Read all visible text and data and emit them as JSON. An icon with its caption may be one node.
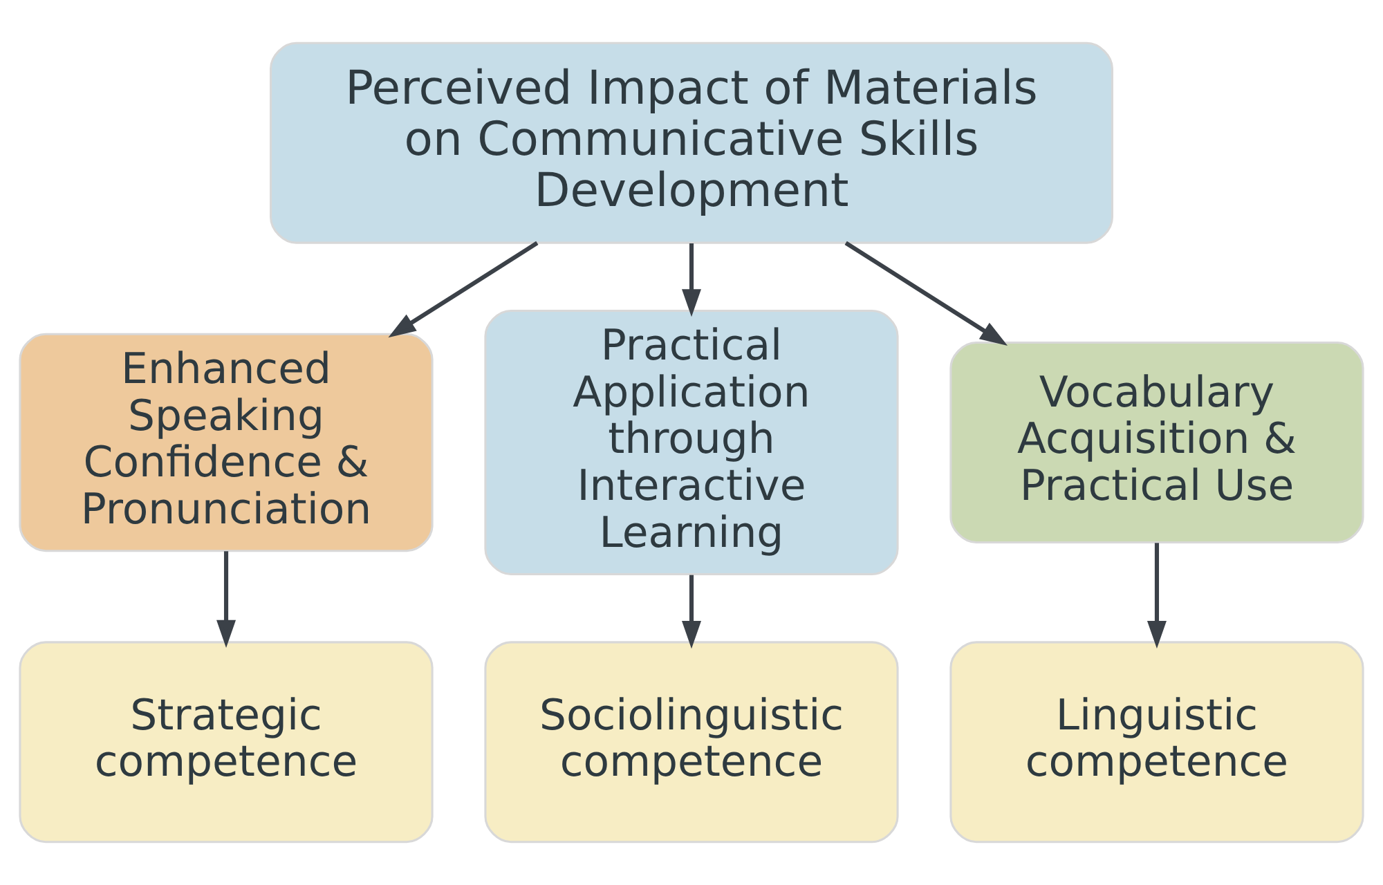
{
  "diagram": {
    "nodes": [
      {
        "text": [
          "Perceived Impact of Materials on Communicative Skills Development"
        ]
      },
      {
        "text": [
          "Enhanced Speaking Confidence & Pronunciation"
        ]
      },
      {
        "text": [
          "Practical Application through Interactive Learning"
        ]
      },
      {
        "text": [
          "Vocabulary Acquisition & Practical Use"
        ]
      },
      {
        "text": [
          "Strategic competence"
        ]
      },
      {
        "text": [
          "Sociolinguistic competence"
        ]
      },
      {
        "text": [
          "Linguistic competence"
        ]
      }
    ],
    "edges": [
      {
        "from": 0,
        "to": 1,
        "arrow": "to"
      },
      {
        "from": 0,
        "to": 2,
        "arrow": "to"
      },
      {
        "from": 0,
        "to": 3,
        "arrow": "to"
      },
      {
        "from": 1,
        "to": 4,
        "arrow": "to"
      },
      {
        "from": 2,
        "to": 5,
        "arrow": "to"
      },
      {
        "from": 3,
        "to": 6,
        "arrow": "to"
      }
    ]
  }
}
